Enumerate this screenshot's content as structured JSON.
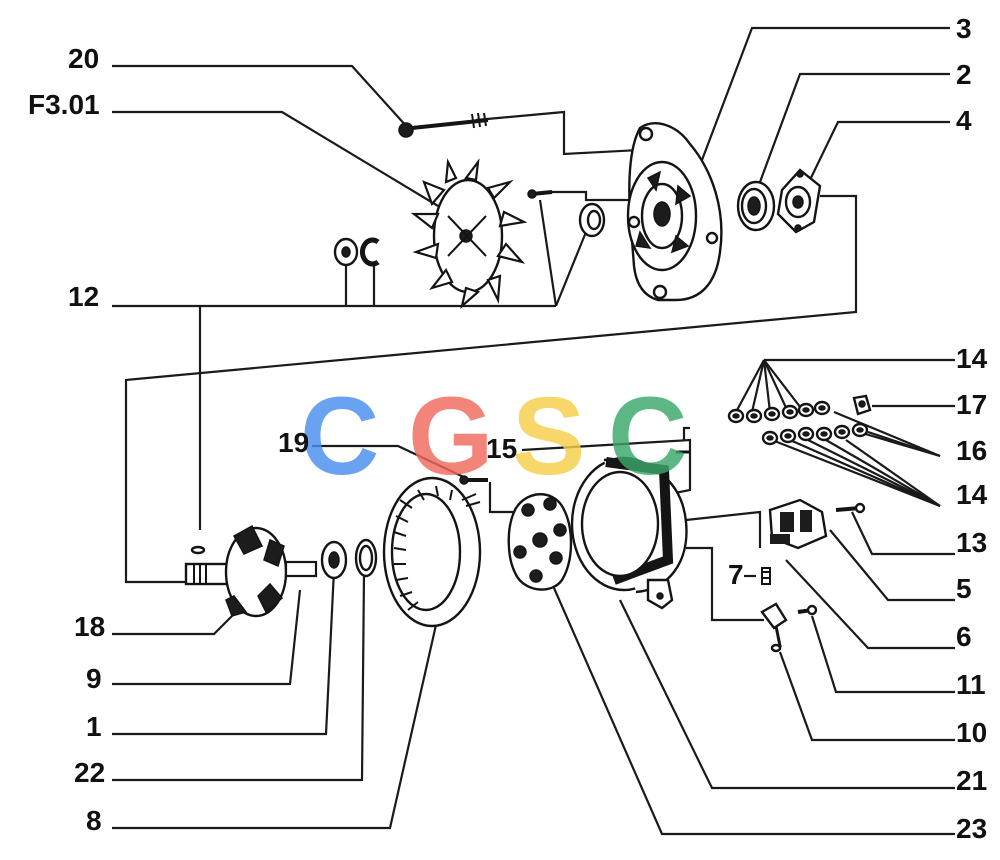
{
  "labels": {
    "l20": "20",
    "lf301": "F3.01",
    "l12": "12",
    "l3": "3",
    "l2": "2",
    "l4": "4",
    "l14a": "14",
    "l17": "17",
    "l16": "16",
    "l14b": "14",
    "l13": "13",
    "l5": "5",
    "l6": "6",
    "l11": "11",
    "l10": "10",
    "l21": "21",
    "l23": "23",
    "l19": "19",
    "l15": "15",
    "l7": "7",
    "l18": "18",
    "l9": "9",
    "l1": "1",
    "l22": "22",
    "l8": "8"
  },
  "watermark": {
    "letters": [
      "C",
      "G",
      "S",
      "C"
    ],
    "colors": [
      "#4a8ef0",
      "#f06a5c",
      "#f7cf4a",
      "#3aa86b"
    ]
  }
}
